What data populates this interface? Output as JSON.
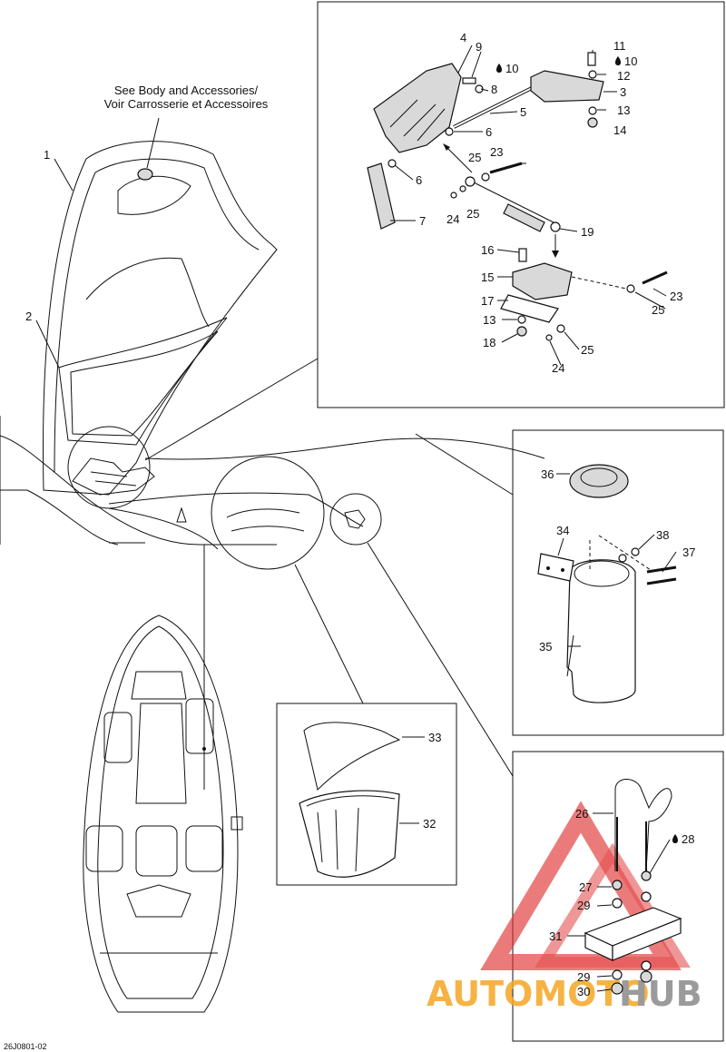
{
  "note": {
    "line1": "See Body and Accessories/",
    "line2": "Voir Carrosserie et Accessoires"
  },
  "drawing_code": "26J0801-02",
  "watermark": {
    "part1": "AUTOMOTO",
    "part2": "HUB",
    "color_orange": "#f5a623",
    "color_gray": "#8a8a8a",
    "color_red": "#e03030"
  },
  "callouts": {
    "c1": "1",
    "c2": "2",
    "c3": "3",
    "c4": "4",
    "c5": "5",
    "c6a": "6",
    "c6b": "6",
    "c7": "7",
    "c8": "8",
    "c9": "9",
    "c10a": "10",
    "c10b": "10",
    "c11": "11",
    "c12": "12",
    "c13a": "13",
    "c13b": "13",
    "c14": "14",
    "c15": "15",
    "c16": "16",
    "c17": "17",
    "c18": "18",
    "c19": "19",
    "c23a": "23",
    "c23b": "23",
    "c24a": "24",
    "c24b": "24",
    "c25a": "25",
    "c25b": "25",
    "c25c": "25",
    "c25d": "25",
    "c26": "26",
    "c27": "27",
    "c28": "28",
    "c29a": "29",
    "c29b": "29",
    "c30": "30",
    "c31": "31",
    "c32": "32",
    "c33": "33",
    "c34": "34",
    "c35": "35",
    "c36": "36",
    "c37": "37",
    "c38": "38"
  },
  "icons": {
    "oil_drop": "adhesive-drop-icon"
  }
}
